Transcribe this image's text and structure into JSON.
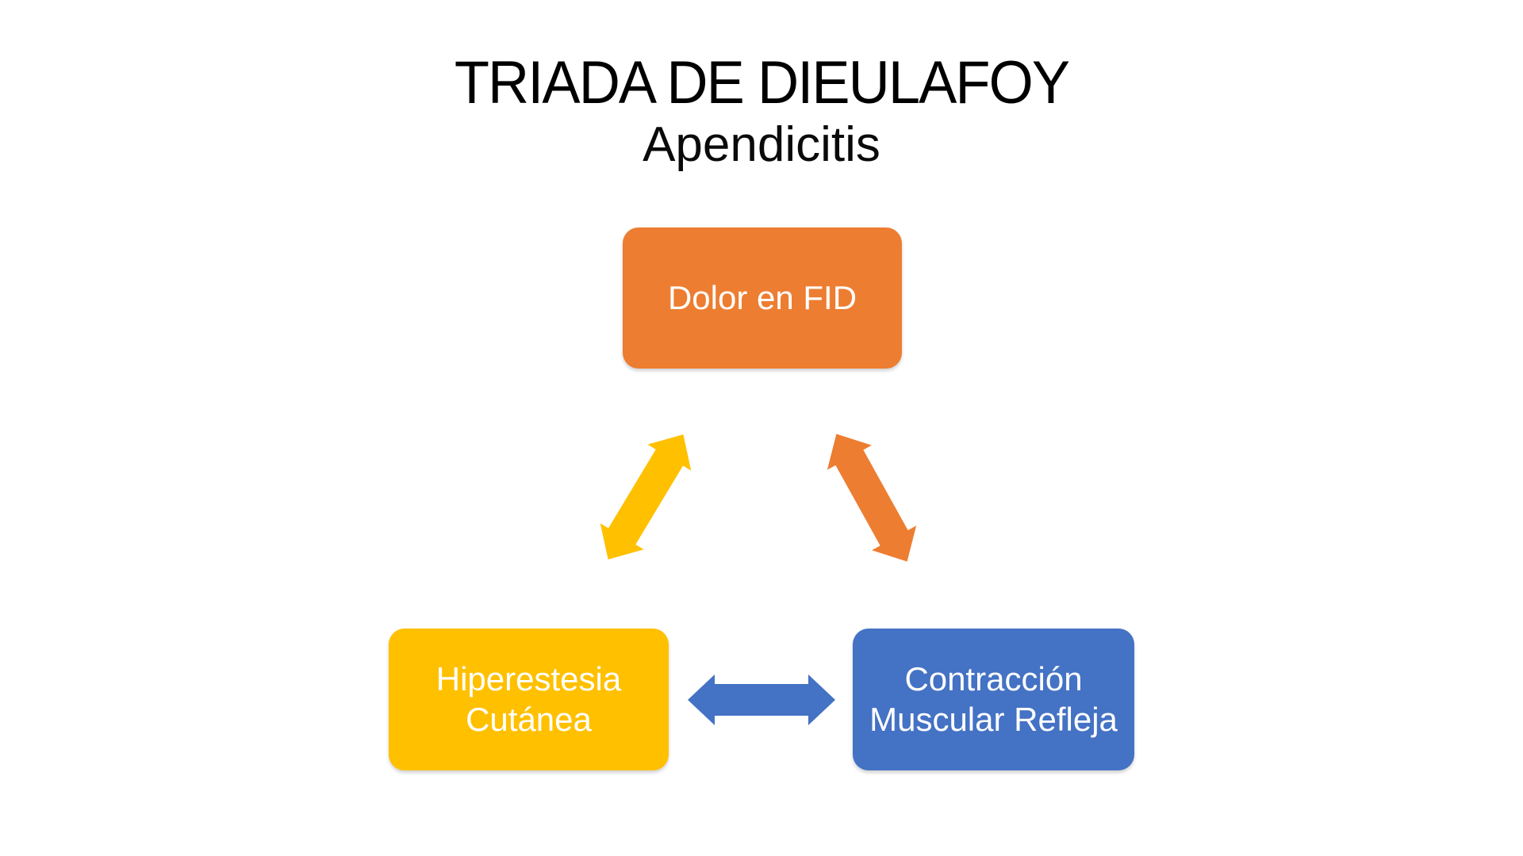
{
  "slide": {
    "title": "TRIADA DE DIEULAFOY",
    "subtitle": "Apendicitis",
    "background": "#FFFFFF",
    "title_color": "#000000"
  },
  "nodes": {
    "top": {
      "label": "Dolor en FID",
      "color": "#ED7D31",
      "text_color": "#FFFFFF"
    },
    "bottom_left": {
      "label": "Hiperestesia Cutánea",
      "color": "#FFC000",
      "text_color": "#FFFFFF"
    },
    "bottom_right": {
      "label": "Contracción Muscular Refleja",
      "color": "#4472C4",
      "text_color": "#FFFFFF"
    }
  },
  "arrows": {
    "top_left": {
      "connects": "Dolor en FID ↔ Hiperestesia Cutánea",
      "direction": "diagonal up-right",
      "color": "#FFC000"
    },
    "top_right": {
      "connects": "Dolor en FID ↔ Contracción Muscular Refleja",
      "direction": "diagonal down-right",
      "color": "#ED7D31"
    },
    "bottom": {
      "connects": "Hiperestesia Cutánea ↔ Contracción Muscular Refleja",
      "direction": "horizontal",
      "color": "#4472C4"
    }
  }
}
